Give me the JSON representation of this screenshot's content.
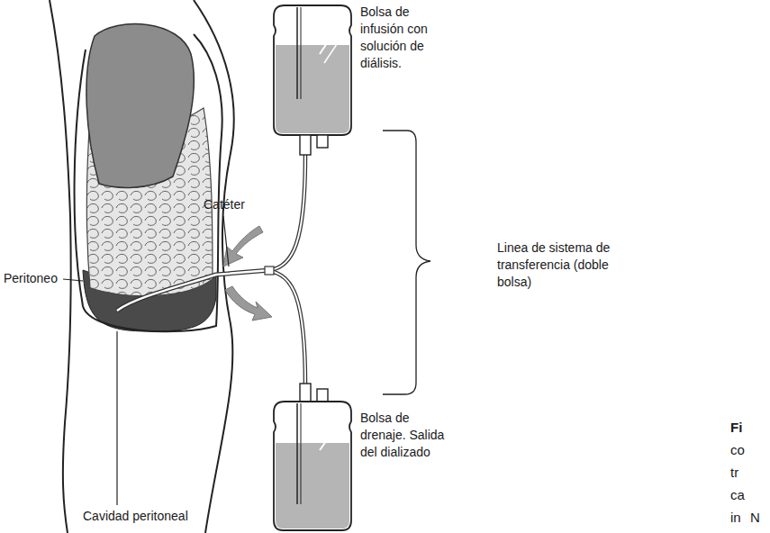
{
  "diagram": {
    "labels": [
      "Bolsa de infusión con solución de diálisis.",
      "Catéter",
      "Peritoneo",
      "Linea de sistema de transferencia (doble bolsa)",
      "Bolsa de drenaje. Salida del dializado",
      "Cavidad peritoneal",
      "Fi",
      "co",
      "tr",
      "ca",
      "in",
      "N"
    ]
  }
}
